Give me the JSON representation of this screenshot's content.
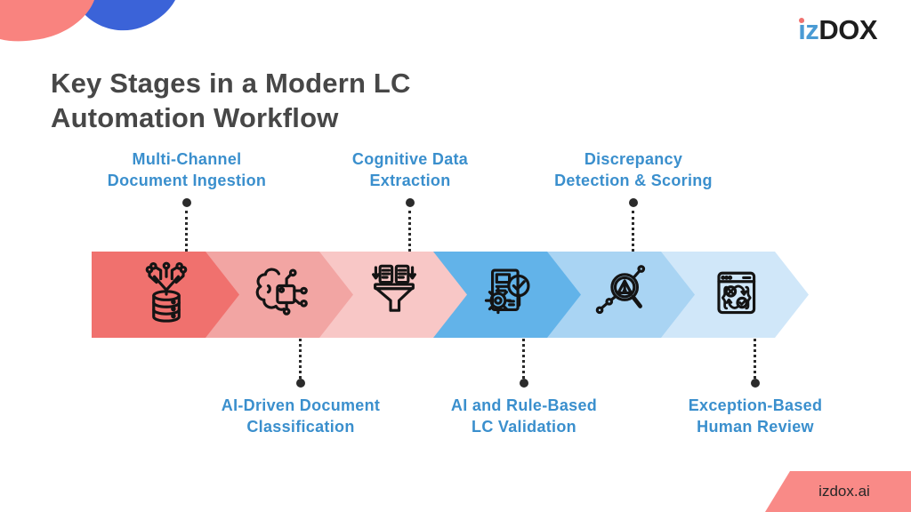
{
  "logo": {
    "iz": "iz",
    "dox": "DOX"
  },
  "title": {
    "line1": "Key Stages in a Modern LC",
    "line2": "Automation Workflow"
  },
  "stages": [
    {
      "id": "multi-channel-document-ingestion",
      "line1": "Multi-Channel",
      "line2": "Document Ingestion",
      "label_position": "top",
      "icon": "data-ingestion-icon"
    },
    {
      "id": "ai-driven-document-classification",
      "line1": "AI-Driven Document",
      "line2": "Classification",
      "label_position": "bottom",
      "icon": "ai-brain-chip-icon"
    },
    {
      "id": "cognitive-data-extraction",
      "line1": "Cognitive Data",
      "line2": "Extraction",
      "label_position": "top",
      "icon": "documents-funnel-icon"
    },
    {
      "id": "ai-rule-based-lc-validation",
      "line1": "AI and Rule-Based",
      "line2": "LC Validation",
      "label_position": "bottom",
      "icon": "document-gear-magnifier-check-icon"
    },
    {
      "id": "discrepancy-detection-scoring",
      "line1": "Discrepancy",
      "line2": "Detection & Scoring",
      "label_position": "top",
      "icon": "warning-magnifier-nodes-icon"
    },
    {
      "id": "exception-based-human-review",
      "line1": "Exception-Based",
      "line2": "Human Review",
      "label_position": "bottom",
      "icon": "browser-retry-check-icon"
    }
  ],
  "footer": {
    "badge_text": "izdox.ai"
  },
  "colors": {
    "chevron1": "#f0716e",
    "chevron2": "#f2a5a3",
    "chevron3": "#f8c7c6",
    "chevron4": "#62b3e9",
    "chevron5": "#a9d4f3",
    "chevron6": "#d0e7f9",
    "label-blue": "#3a8fcd",
    "title-gray": "#474747",
    "logo-blue": "#4a9bd4",
    "logo-dark": "#1d1d1d",
    "logo-dot-red": "#f0726f",
    "deco-coral": "#f9837f",
    "deco-blue": "#3b63d8",
    "badge-coral": "#f98a87",
    "badge-text": "#272727",
    "icon-black": "#141414",
    "connector-black": "#2b2b2b"
  }
}
